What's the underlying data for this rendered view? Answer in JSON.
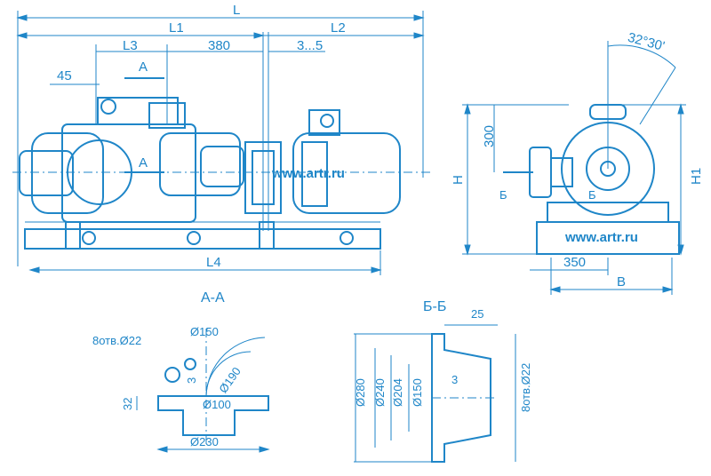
{
  "dimensions": {
    "L": "L",
    "L1": "L1",
    "L2": "L2",
    "L3": "L3",
    "L4": "L4",
    "d380": "380",
    "d3_5": "3...5",
    "d45": "45",
    "A": "A",
    "A2": "A",
    "H": "H",
    "H1": "H1",
    "d300": "300",
    "angle": "32°30'",
    "B_dim": "B",
    "d350": "350",
    "B_sec": "Б",
    "B_sec2": "Б"
  },
  "watermarks": {
    "w1": "www.artr.ru",
    "w2": "www.artr.ru"
  },
  "section_aa": {
    "title": "А-А",
    "holes": "8отв.Ø22",
    "d150": "Ø150",
    "d190": "Ø190",
    "d100": "Ø100",
    "d230": "Ø230",
    "t3": "3",
    "h32": "32"
  },
  "section_bb": {
    "title": "Б-Б",
    "w25": "25",
    "d280": "Ø280",
    "d240": "Ø240",
    "d204": "Ø204",
    "d150": "Ø150",
    "t3": "3",
    "holes": "8отв.Ø22"
  },
  "colors": {
    "ink": "#1f86c8"
  }
}
